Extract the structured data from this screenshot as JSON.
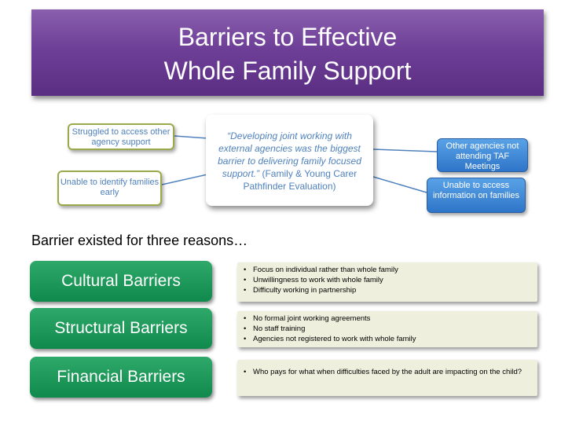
{
  "title": {
    "line1": "Barriers to Effective",
    "line2": "Whole Family Support"
  },
  "diagram": {
    "center_quote": {
      "italic_text": "“Developing joint working with external agencies was the biggest barrier to delivering family focused support.”",
      "attribution": "(Family & Young Carer Pathfinder Evaluation)"
    },
    "left_nodes": [
      "Struggled to access other agency support",
      "Unable to identify families early"
    ],
    "right_nodes": [
      "Other agencies not attending TAF Meetings",
      "Unable to access information on families"
    ]
  },
  "intro_text": "Barrier existed for three reasons…",
  "barriers": [
    {
      "label": "Cultural Barriers",
      "items": [
        "Focus on individual rather than whole family",
        "Unwillingness to work with whole family",
        "Difficulty working in partnership"
      ]
    },
    {
      "label": "Structural Barriers",
      "items": [
        "No formal joint working agreements",
        "No staff training",
        "Agencies not registered to work with whole family"
      ]
    },
    {
      "label": "Financial Barriers",
      "items": [
        "Who pays for what when difficulties faced by the adult are impacting on the child?"
      ]
    }
  ],
  "colors": {
    "title_bg": "#6e3f97",
    "label_green": "#0f8a4c",
    "node_blue": "#2e75c9",
    "text_blue": "#4f81bd",
    "row_bg": "#eef0dd"
  }
}
